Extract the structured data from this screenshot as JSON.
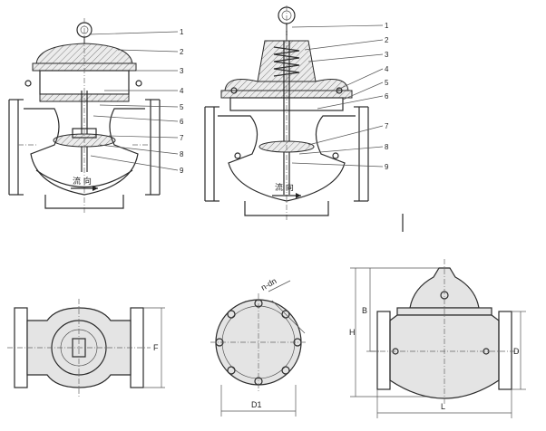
{
  "left_view": {
    "part_numbers": [
      "1",
      "2",
      "3",
      "4",
      "5",
      "6",
      "7",
      "8",
      "9"
    ],
    "flow_text": "流 向"
  },
  "right_view": {
    "part_numbers": [
      "1",
      "2",
      "3",
      "4",
      "5",
      "6",
      "7",
      "8",
      "9"
    ],
    "flow_text": "流 向"
  },
  "bottom_views": {
    "side_dim": "F",
    "bolt_hole_label": "n-dn",
    "diameter_label": "D1",
    "height_label": "H",
    "upper_height_label": "B",
    "flange_dim": "D",
    "length_label": "L"
  }
}
